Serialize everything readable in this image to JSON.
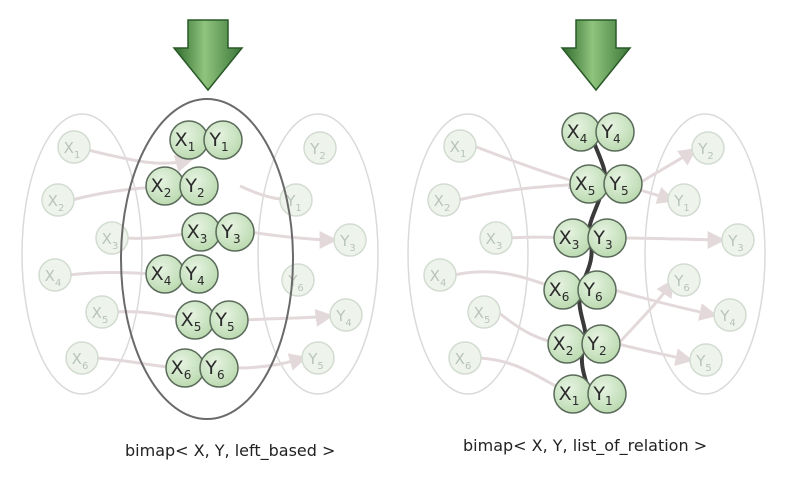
{
  "colors": {
    "arrow_dark": "#3f7a3a",
    "arrow_light": "#9fcd8e",
    "node_fill": "#cfe6c8",
    "node_stroke": "#5a6b5a",
    "faint_fill": "#eef4ec",
    "faint_stroke": "#d3dcd1",
    "relation_link": "#e4d9da",
    "chain": "#3a3a3a"
  },
  "left_diagram": {
    "caption": "bimap< X, Y, left_based >",
    "left_set": [
      {
        "x": "X",
        "sub": "1"
      },
      {
        "x": "X",
        "sub": "2"
      },
      {
        "x": "X",
        "sub": "3"
      },
      {
        "x": "X",
        "sub": "4"
      },
      {
        "x": "X",
        "sub": "5"
      },
      {
        "x": "X",
        "sub": "6"
      }
    ],
    "right_set": [
      {
        "y": "Y",
        "sub": "2"
      },
      {
        "y": "Y",
        "sub": "1"
      },
      {
        "y": "Y",
        "sub": "3"
      },
      {
        "y": "Y",
        "sub": "6"
      },
      {
        "y": "Y",
        "sub": "4"
      },
      {
        "y": "Y",
        "sub": "5"
      }
    ],
    "pairs": [
      {
        "x": "X",
        "xs": "1",
        "y": "Y",
        "ys": "1"
      },
      {
        "x": "X",
        "xs": "2",
        "y": "Y",
        "ys": "2"
      },
      {
        "x": "X",
        "xs": "3",
        "y": "Y",
        "ys": "3"
      },
      {
        "x": "X",
        "xs": "4",
        "y": "Y",
        "ys": "4"
      },
      {
        "x": "X",
        "xs": "5",
        "y": "Y",
        "ys": "5"
      },
      {
        "x": "X",
        "xs": "6",
        "y": "Y",
        "ys": "6"
      }
    ]
  },
  "right_diagram": {
    "caption": "bimap< X, Y, list_of_relation >",
    "left_set": [
      {
        "x": "X",
        "sub": "1"
      },
      {
        "x": "X",
        "sub": "2"
      },
      {
        "x": "X",
        "sub": "3"
      },
      {
        "x": "X",
        "sub": "4"
      },
      {
        "x": "X",
        "sub": "5"
      },
      {
        "x": "X",
        "sub": "6"
      }
    ],
    "right_set": [
      {
        "y": "Y",
        "sub": "2"
      },
      {
        "y": "Y",
        "sub": "1"
      },
      {
        "y": "Y",
        "sub": "3"
      },
      {
        "y": "Y",
        "sub": "6"
      },
      {
        "y": "Y",
        "sub": "4"
      },
      {
        "y": "Y",
        "sub": "5"
      }
    ],
    "pairs": [
      {
        "x": "X",
        "xs": "4",
        "y": "Y",
        "ys": "4"
      },
      {
        "x": "X",
        "xs": "5",
        "y": "Y",
        "ys": "5"
      },
      {
        "x": "X",
        "xs": "3",
        "y": "Y",
        "ys": "3"
      },
      {
        "x": "X",
        "xs": "6",
        "y": "Y",
        "ys": "6"
      },
      {
        "x": "X",
        "xs": "2",
        "y": "Y",
        "ys": "2"
      },
      {
        "x": "X",
        "xs": "1",
        "y": "Y",
        "ys": "1"
      }
    ]
  }
}
